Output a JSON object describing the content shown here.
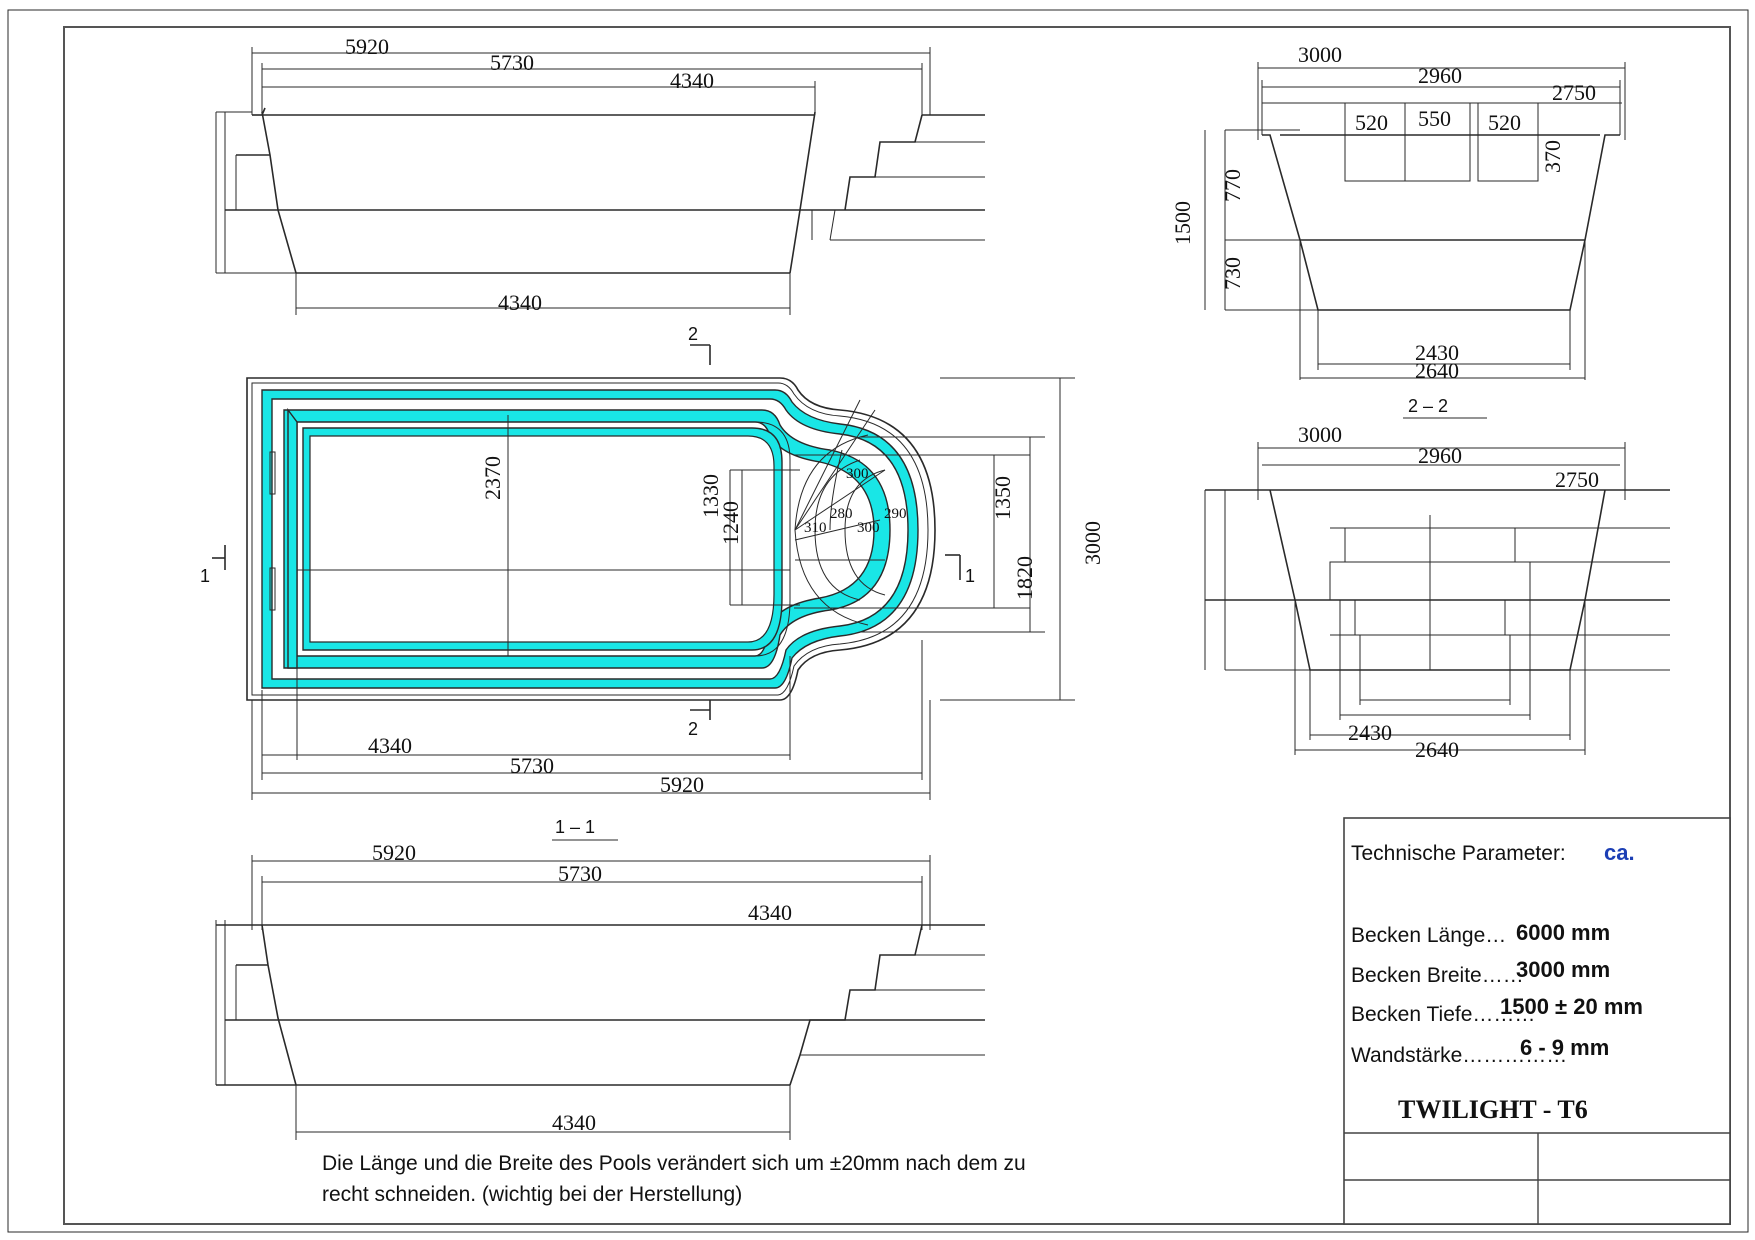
{
  "elevation_top": {
    "d1": "5920",
    "d2": "5730",
    "d3": "4340",
    "d_bottom": "4340"
  },
  "plan": {
    "d_width": "2370",
    "d_1330": "1330",
    "d_1240": "1240",
    "d_1350": "1350",
    "d_1820": "1820",
    "d_3000": "3000",
    "d_bottom1": "4340",
    "d_bottom2": "5730",
    "d_bottom3": "5920",
    "steps": {
      "s300a": "300",
      "s280": "280",
      "s310": "310",
      "s300b": "300",
      "s290": "290"
    },
    "cut2_top": "2",
    "cut2_bottom": "2",
    "cut1_left": "1",
    "cut1_right": "1"
  },
  "section_1_1": {
    "label": "1 – 1",
    "d1": "5920",
    "d2": "5730",
    "d3": "4340",
    "d_bottom": "4340"
  },
  "section_2_2_top": {
    "d3000": "3000",
    "d2960": "2960",
    "d2750": "2750",
    "d520a": "520",
    "d550": "550",
    "d520b": "520",
    "d370": "370",
    "d1500": "1500",
    "d770": "770",
    "d730": "730",
    "d2430": "2430",
    "d2640": "2640"
  },
  "section_2_2_label": "2 – 2",
  "section_2_2_bottom": {
    "d3000": "3000",
    "d2960": "2960",
    "d2750": "2750",
    "d2430": "2430",
    "d2640": "2640"
  },
  "title_block": {
    "heading": "Technische Parameter:",
    "ca": "ca.",
    "length_label": "Becken Länge…",
    "length_value": "6000 mm",
    "width_label": "Becken Breite……",
    "width_value": "3000 mm",
    "depth_label": "Becken Tiefe………",
    "depth_value": "1500 ± 20 mm",
    "wall_label": "Wandstärke……………",
    "wall_value": "6 - 9 mm",
    "model": "TWILIGHT  - T6"
  },
  "note": {
    "line1": "Die Länge und die Breite des Pools verändert sich um ±20mm nach dem zu",
    "line2": "recht schneiden. (wichtig bei der Herstellung)"
  }
}
